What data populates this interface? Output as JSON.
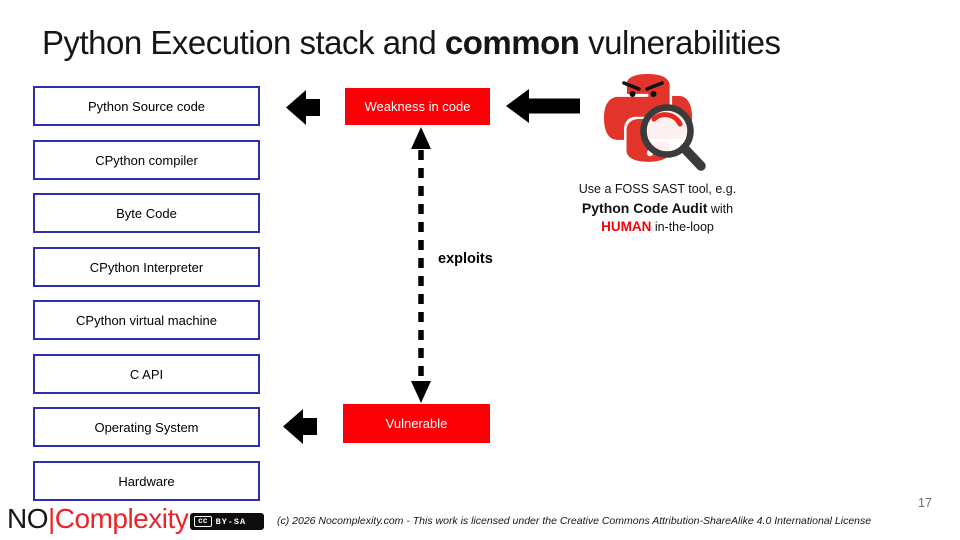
{
  "slide": {
    "title": {
      "prefix": "Python Execution stack and ",
      "bold": "common",
      "suffix": " vulnerabilities"
    },
    "page_number": "17",
    "background_color": "#ffffff"
  },
  "stack": {
    "items": [
      {
        "label": "Python Source code"
      },
      {
        "label": "CPython compiler"
      },
      {
        "label": "Byte Code"
      },
      {
        "label": "CPython Interpreter"
      },
      {
        "label": "CPython virtual machine"
      },
      {
        "label": "C API"
      },
      {
        "label": "Operating System"
      },
      {
        "label": "Hardware"
      }
    ],
    "box_border_color": "#2f2fae"
  },
  "diagram": {
    "weakness_label": "Weakness in code",
    "vulnerable_label": "Vulnerable",
    "exploits_label": "exploits",
    "red_box_color": "#fb0007",
    "arrow_color": "#000000"
  },
  "sast_note": {
    "logo_icon": "angry-python-with-magnifying-glass",
    "line1": "Use a FOSS SAST tool, e.g.",
    "line2_bold": "Python Code Audit",
    "line2_rest": " with",
    "line3_bold": "HUMAN",
    "line3_rest": " in-the-loop",
    "highlight_color": "#fb0007"
  },
  "footer": {
    "brand_black": "NO",
    "brand_red": "|Complexity",
    "cc_icon": "cc",
    "cc_badge_label": "BY-SA",
    "license_text": "(c) 2026 Nocomplexity.com - This work is licensed under the Creative Commons Attribution-ShareAlike 4.0 International License",
    "brand_red_color": "#e8252a"
  }
}
